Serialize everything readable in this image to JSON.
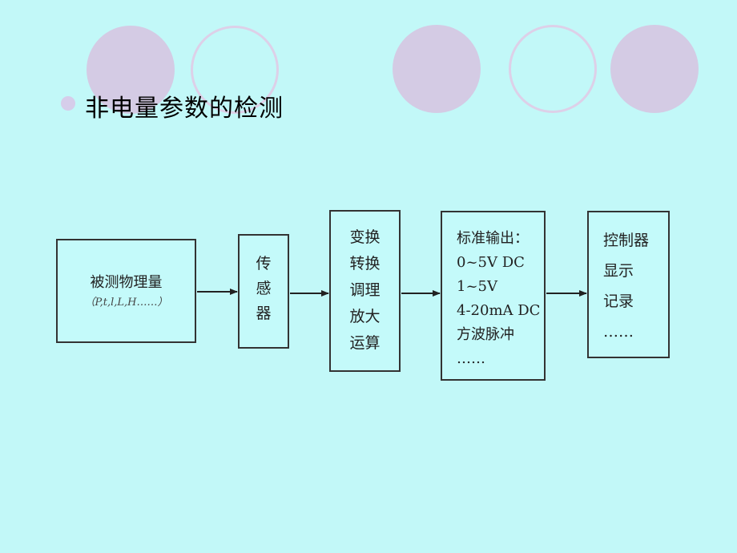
{
  "slide": {
    "background_color": "#c2f8f8",
    "heading": "非电量参数的检测"
  },
  "diagram": {
    "box1": {
      "line1": "被测物理量",
      "line2": "（P,t,l,L,H……）"
    },
    "box2": {
      "lines": [
        "传",
        "感",
        "器"
      ]
    },
    "box3": {
      "lines": [
        "变换",
        "转换",
        "调理",
        "放大",
        "运算"
      ]
    },
    "box4": {
      "lines": [
        "标准输出：",
        "0~5V DC",
        "1~5V",
        "4-20mA DC",
        "方波脉冲",
        "……"
      ]
    },
    "box5": {
      "lines": [
        "控制器",
        "显示",
        "记录",
        "……"
      ]
    }
  }
}
